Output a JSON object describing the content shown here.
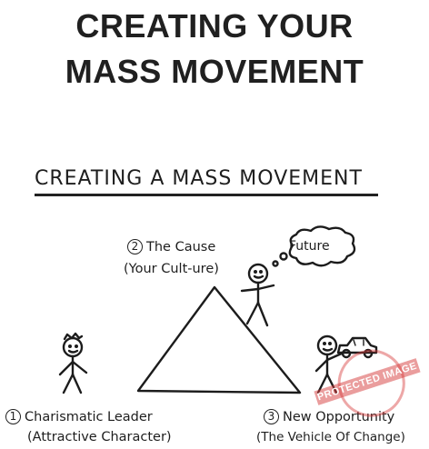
{
  "header": {
    "title_line1": "CREATING YOUR",
    "title_line2": "MASS MOVEMENT"
  },
  "diagram": {
    "subtitle": "CREATING A MASS MOVEMENT",
    "nodes": [
      {
        "number": "1",
        "line1": "Charismatic Leader",
        "line2": "(Attractive Character)"
      },
      {
        "number": "2",
        "line1": "The Cause",
        "line2": "(Your Cult-ure)"
      },
      {
        "number": "3",
        "line1": "New Opportunity",
        "line2": "(The Vehicle Of Change)"
      }
    ],
    "thought_bubble": "Future"
  },
  "watermark": {
    "text": "PROTECTED IMAGE",
    "color": "#d63c3c"
  }
}
